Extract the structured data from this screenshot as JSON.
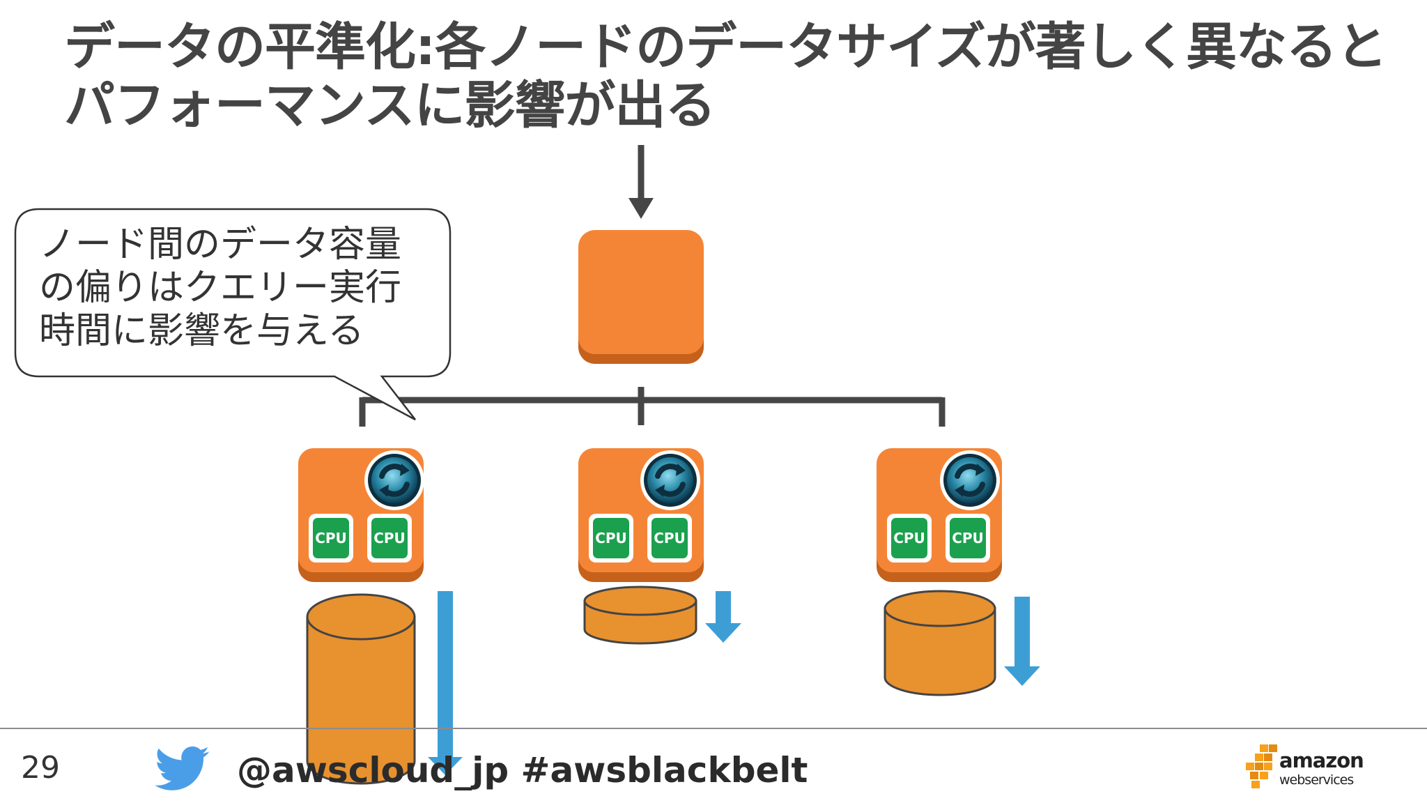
{
  "slide": {
    "title": "データの平準化:各ノードのデータサイズが著しく異なるとパフォーマンスに影響が出る",
    "callout": "ノード間のデータ容量の偏りはクエリー実行時間に影響を与える"
  },
  "diagram": {
    "leader_node_color": "#f58536",
    "compute_nodes": [
      {
        "cpus": [
          "CPU",
          "CPU"
        ],
        "storage_level": "large"
      },
      {
        "cpus": [
          "CPU",
          "CPU"
        ],
        "storage_level": "small"
      },
      {
        "cpus": [
          "CPU",
          "CPU"
        ],
        "storage_level": "medium"
      }
    ],
    "colors": {
      "node_orange": "#f58536",
      "node_orange_dark": "#c5611b",
      "cpu_green": "#1ba04e",
      "storage_orange": "#e8912f",
      "time_arrow_blue": "#3d9ed6",
      "connector_gray": "#464646"
    }
  },
  "footer": {
    "page_number": "29",
    "social_handle": "@awscloud_jp #awsblackbelt",
    "social_icon": "twitter-bird-icon",
    "logo_word_main": "amazon",
    "logo_word_sub": "webservices"
  }
}
